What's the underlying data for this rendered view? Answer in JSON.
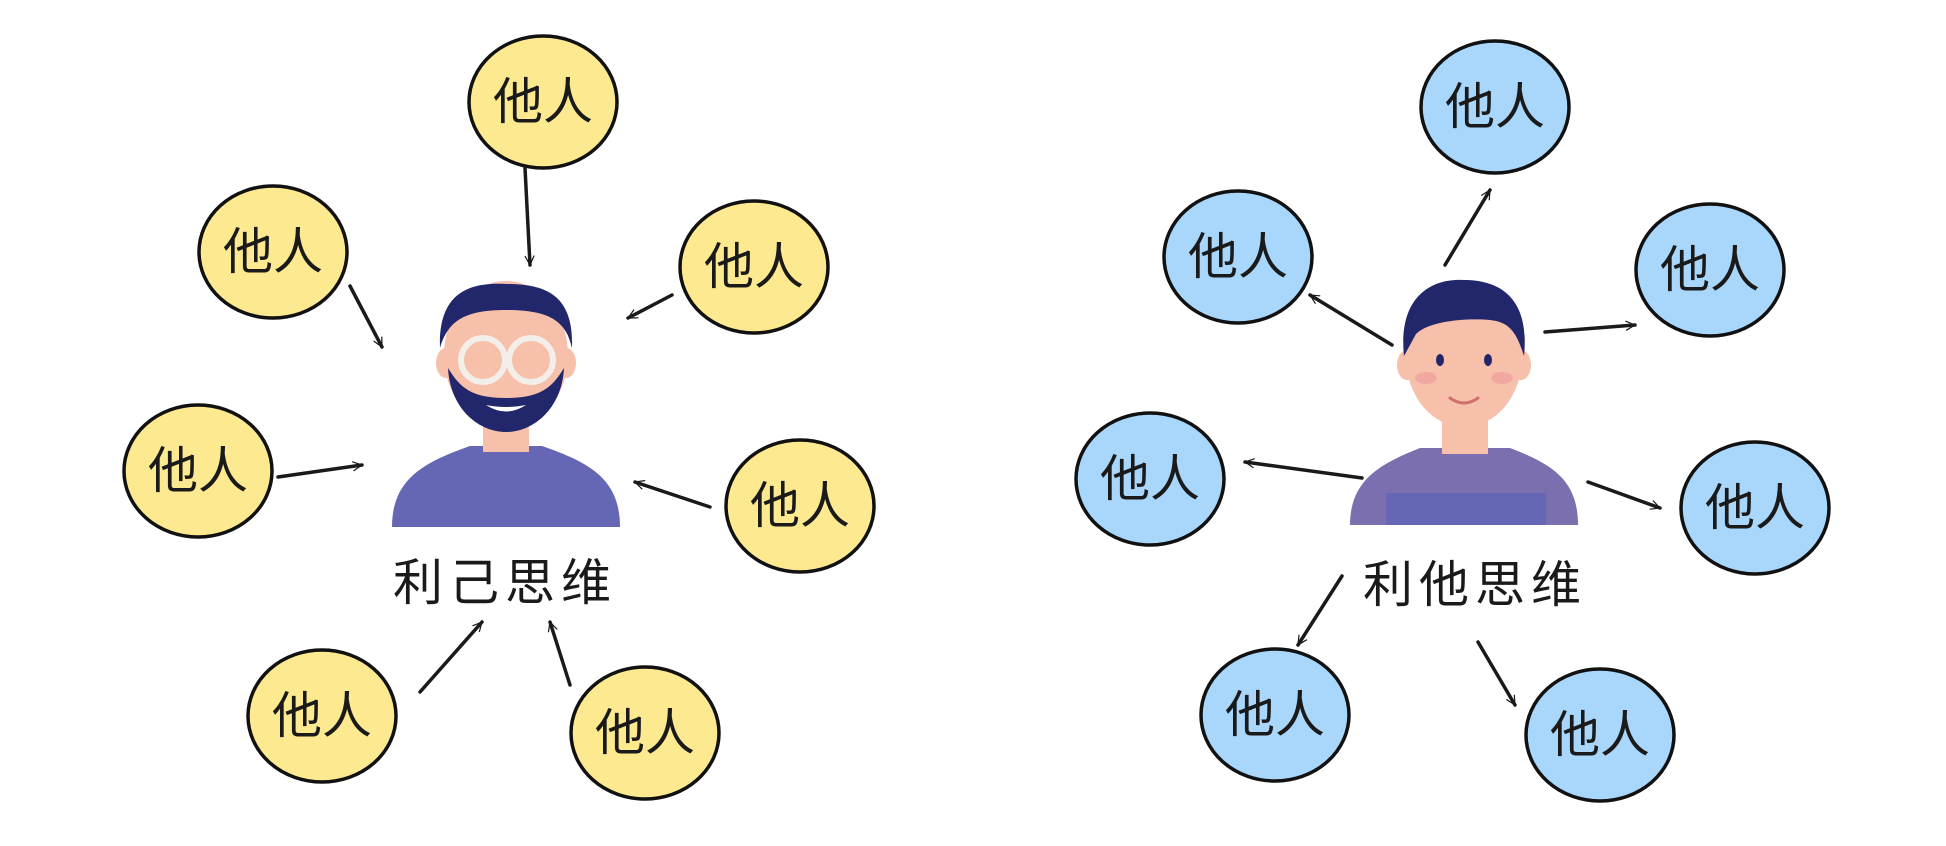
{
  "panels": [
    {
      "caption": "利己思维",
      "node_label": "他人",
      "node_color": "#fde98f",
      "direction": "inward"
    },
    {
      "caption": "利他思维",
      "node_label": "他人",
      "node_color": "#a9d6fb",
      "direction": "outward"
    }
  ],
  "colors": {
    "outline": "#111111",
    "hair": "#22276b",
    "skin": "#f6c0ab",
    "shirt_left": "#6667b4",
    "shirt_right": "#7c6fb0"
  }
}
